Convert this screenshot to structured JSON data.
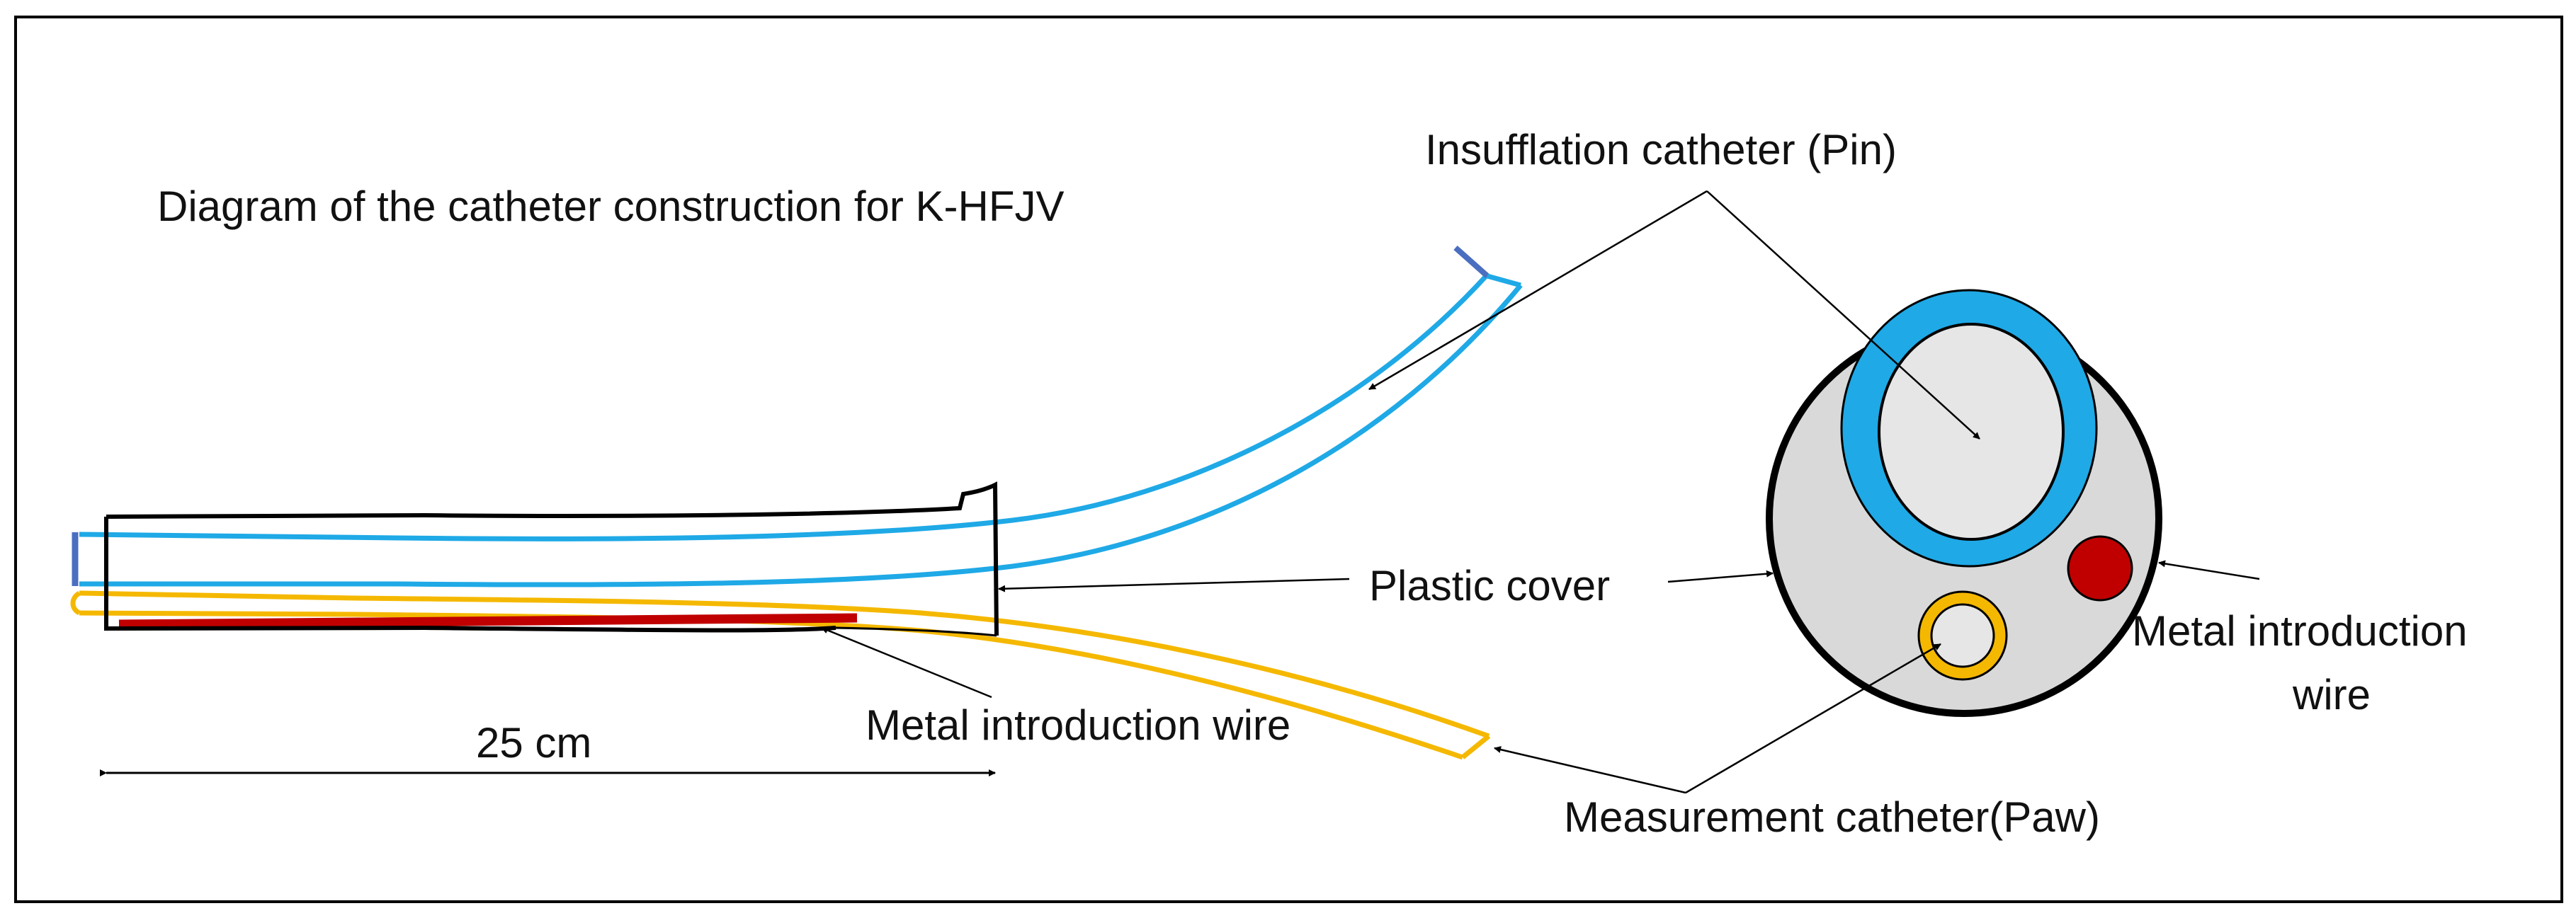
{
  "diagram": {
    "title": "Diagram of the catheter construction for K-HFJV",
    "labels": {
      "insufflation": "Insufflation catheter (Pin)",
      "plastic_cover": "Plastic cover",
      "metal_wire_bottom": "Metal introduction wire",
      "metal_wire_right_line1": "Metal introduction",
      "metal_wire_right_line2": "wire",
      "measurement": "Measurement catheter(Paw)",
      "length": "25 cm"
    },
    "colors": {
      "insufflation": "#1FA9E6",
      "insufflation_tip": "#4A6FC0",
      "measurement": "#F5B800",
      "wire": "#C00000",
      "cover_fill": "#D9D9D9",
      "lumen_fill": "#E6E6E6",
      "outline": "#000000"
    }
  }
}
